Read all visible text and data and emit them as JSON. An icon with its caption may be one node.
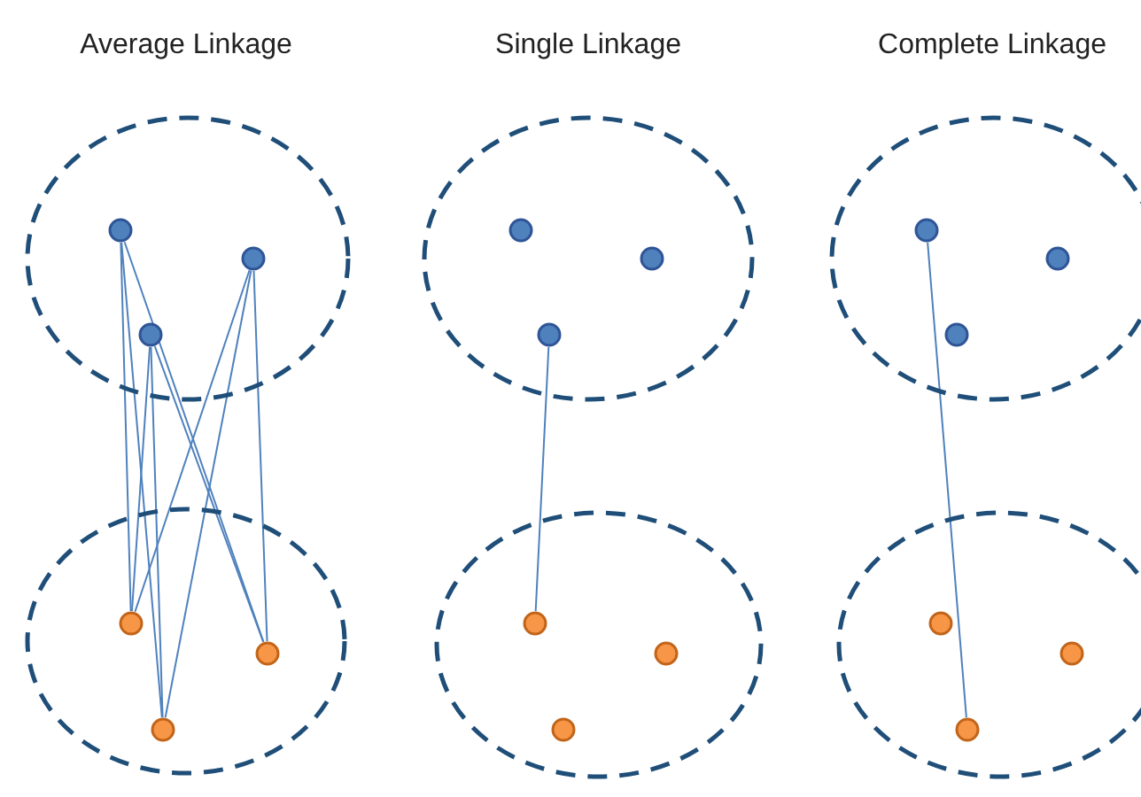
{
  "diagram": {
    "nodes": [
      {
        "text": [],
        "shape": "ellipse"
      },
      {
        "text": [],
        "shape": "circle",
        "in": 0
      },
      {
        "text": [],
        "shape": "circle",
        "in": 0
      },
      {
        "text": [],
        "shape": "circle",
        "in": 0
      },
      {
        "text": [],
        "shape": "ellipse"
      },
      {
        "text": [],
        "shape": "circle",
        "in": 4
      },
      {
        "text": [],
        "shape": "circle",
        "in": 4
      },
      {
        "text": [],
        "shape": "circle",
        "in": 4
      },
      {
        "text": [],
        "shape": "ellipse"
      },
      {
        "text": [],
        "shape": "circle",
        "in": 8
      },
      {
        "text": [],
        "shape": "circle",
        "in": 8
      },
      {
        "text": [],
        "shape": "circle",
        "in": 8
      },
      {
        "text": [],
        "shape": "ellipse"
      },
      {
        "text": [],
        "shape": "circle",
        "in": 12
      },
      {
        "text": [],
        "shape": "circle",
        "in": 12
      },
      {
        "text": [],
        "shape": "circle",
        "in": 12
      },
      {
        "text": [],
        "shape": "ellipse"
      },
      {
        "text": [],
        "shape": "circle",
        "in": 16
      },
      {
        "text": [],
        "shape": "circle",
        "in": 16
      },
      {
        "text": [],
        "shape": "circle",
        "in": 16
      },
      {
        "text": [],
        "shape": "ellipse"
      },
      {
        "text": [],
        "shape": "circle",
        "in": 20
      },
      {
        "text": [],
        "shape": "circle",
        "in": 20
      },
      {
        "text": [],
        "shape": "circle",
        "in": 20
      }
    ],
    "edges": [
      {
        "from": 1,
        "to": 5,
        "arrow": "none"
      },
      {
        "from": 1,
        "to": 6,
        "arrow": "none"
      },
      {
        "from": 1,
        "to": 7,
        "arrow": "none"
      },
      {
        "from": 2,
        "to": 5,
        "arrow": "none"
      },
      {
        "from": 2,
        "to": 6,
        "arrow": "none"
      },
      {
        "from": 2,
        "to": 7,
        "arrow": "none"
      },
      {
        "from": 3,
        "to": 5,
        "arrow": "none"
      },
      {
        "from": 3,
        "to": 6,
        "arrow": "none"
      },
      {
        "from": 3,
        "to": 7,
        "arrow": "none"
      },
      {
        "from": 11,
        "to": 13,
        "arrow": "none"
      },
      {
        "from": 17,
        "to": 23,
        "arrow": "none"
      }
    ],
    "labels": [
      "Average Linkage",
      "Single Linkage",
      "Complete Linkage"
    ]
  }
}
